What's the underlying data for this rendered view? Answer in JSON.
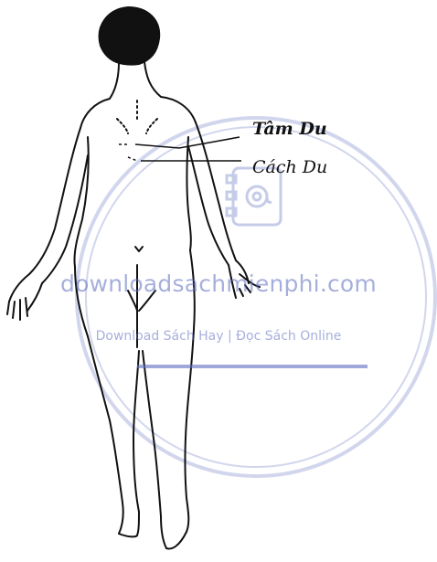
{
  "labels": {
    "point_1": "Tâm Du",
    "point_2": "Cách Du"
  },
  "watermark": {
    "url": "downloadsachmienphi.com",
    "tagline": "Download Sách Hay | Đọc Sách Online"
  },
  "colors": {
    "line_art": "#111111",
    "watermark": "#5f6fbf"
  },
  "icons": [
    "address-book-icon"
  ]
}
